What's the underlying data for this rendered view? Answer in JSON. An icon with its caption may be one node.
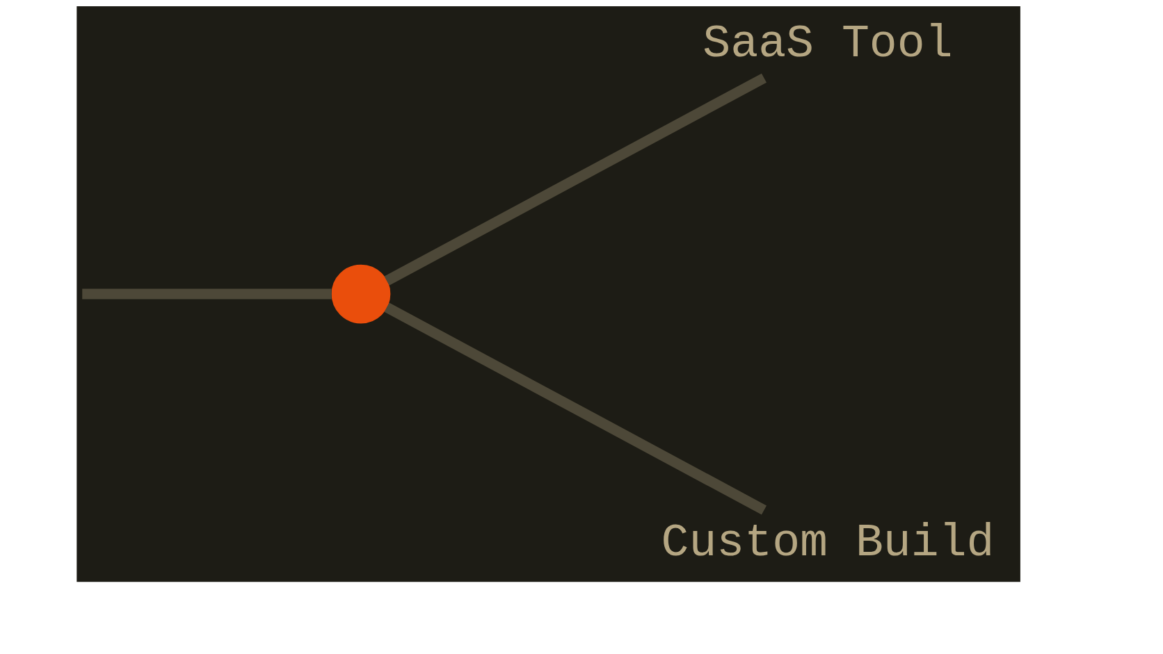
{
  "diagram": {
    "nodes": [
      {
        "text": [],
        "shape": "circle"
      },
      {
        "text": [
          "SaaS Tool"
        ]
      },
      {
        "text": [
          "Custom Build"
        ]
      }
    ],
    "edges": [
      {
        "from": null,
        "to": 0,
        "arrow": "none"
      },
      {
        "from": 0,
        "to": 1,
        "arrow": "none"
      },
      {
        "from": 0,
        "to": 2,
        "arrow": "none"
      }
    ]
  }
}
